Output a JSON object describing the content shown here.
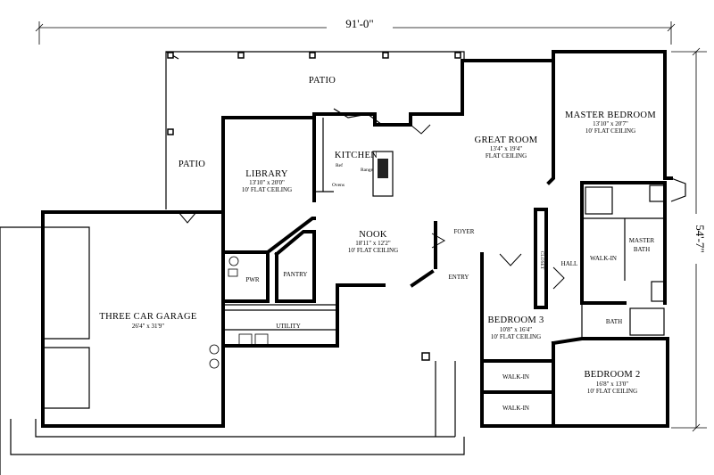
{
  "dimensions": {
    "overall_width": "91'-0\"",
    "overall_depth": "54'-7\""
  },
  "rooms": {
    "patio_top": {
      "name": "PATIO"
    },
    "patio_left": {
      "name": "PATIO"
    },
    "kitchen": {
      "name": "KITCHEN",
      "labels": [
        "Ref",
        "Range",
        "Ovens"
      ]
    },
    "great_room": {
      "name": "GREAT ROOM",
      "size": "13'4\" x 19'4\"",
      "ceiling": "FLAT CEILING"
    },
    "master_bedroom": {
      "name": "MASTER BEDROOM",
      "size": "13'10\" x 20'7\"",
      "ceiling": "10' FLAT CEILING"
    },
    "library": {
      "name": "LIBRARY",
      "size": "13'10\" x 20'0\"",
      "ceiling": "10' FLAT CEILING"
    },
    "nook": {
      "name": "NOOK",
      "size": "18'11\" x 12'2\"",
      "ceiling": "10' FLAT CEILING"
    },
    "foyer": {
      "name": "FOYER"
    },
    "entry": {
      "name": "ENTRY"
    },
    "closet": {
      "name": "CLOSET"
    },
    "hall": {
      "name": "HALL"
    },
    "walk_in_master": {
      "name": "WALK-IN"
    },
    "master_bath": {
      "name": "MASTER",
      "name2": "BATH"
    },
    "pwr": {
      "name": "PWR"
    },
    "pantry": {
      "name": "PANTRY"
    },
    "garage": {
      "name": "THREE CAR GARAGE",
      "size": "26'4\" x 31'9\""
    },
    "utility": {
      "name": "UTILITY"
    },
    "bedroom3": {
      "name": "BEDROOM 3",
      "size": "10'8\" x 16'4\"",
      "ceiling": "10' FLAT CEILING"
    },
    "bath": {
      "name": "BATH"
    },
    "bedroom2": {
      "name": "BEDROOM 2",
      "size": "16'8\" x 13'0\"",
      "ceiling": "10' FLAT CEILING"
    },
    "walk_in_1": {
      "name": "WALK-IN"
    },
    "walk_in_2": {
      "name": "WALK-IN"
    }
  }
}
